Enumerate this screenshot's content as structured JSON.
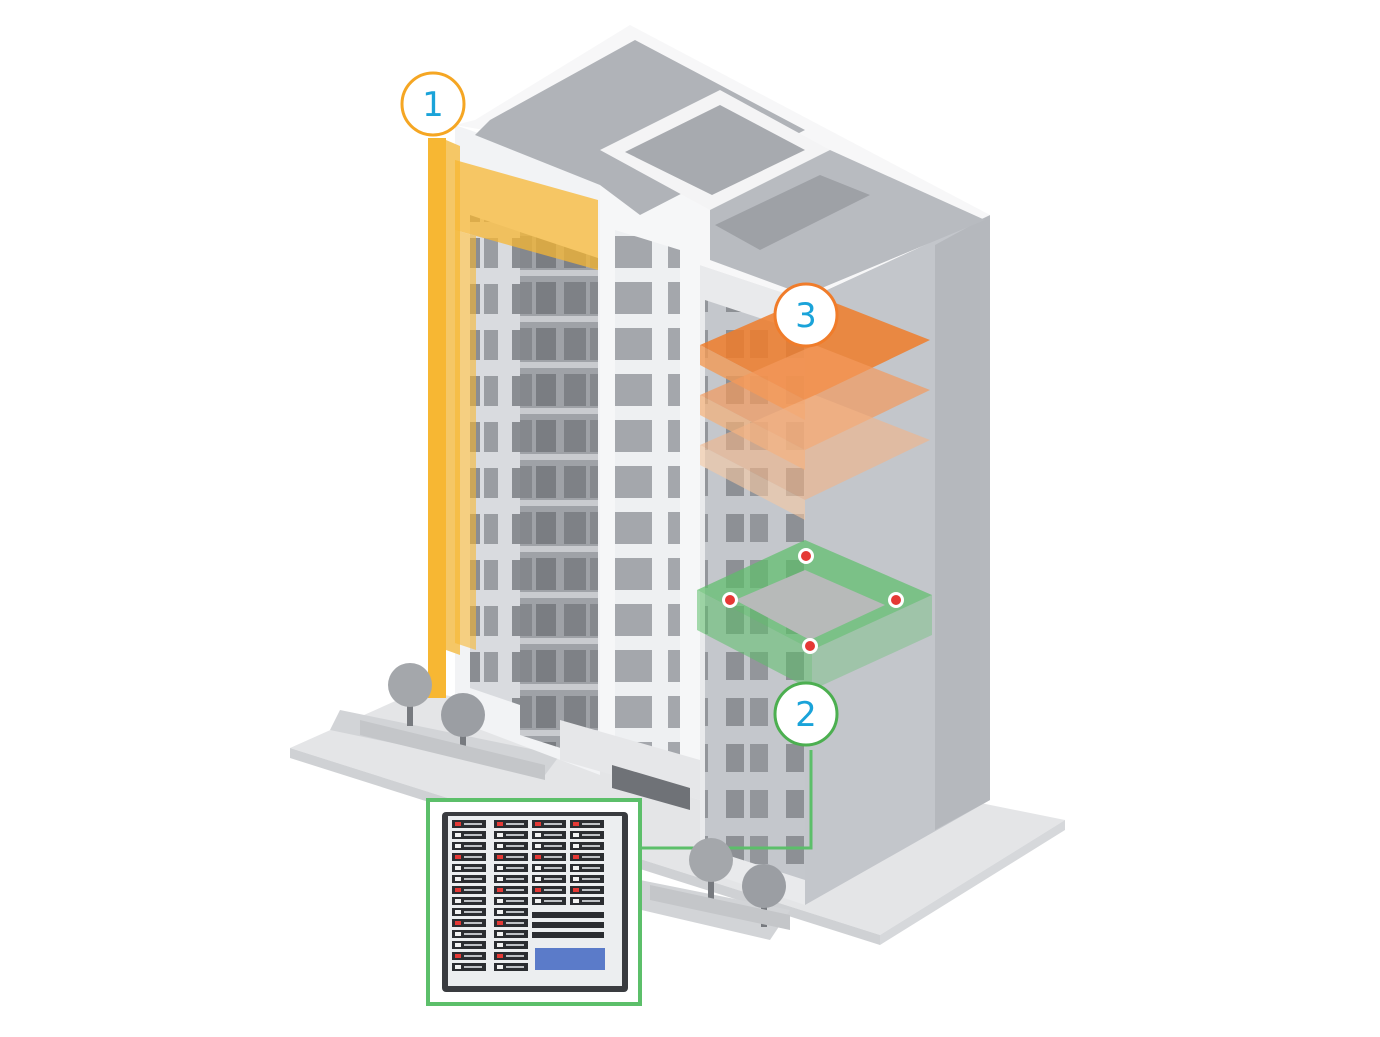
{
  "markers": [
    {
      "number": "1",
      "color": "#f5a623",
      "text_color": "#1aa3d9"
    },
    {
      "number": "2",
      "color": "#4caf50",
      "text_color": "#1aa3d9"
    },
    {
      "number": "3",
      "color": "#f07c2a",
      "text_color": "#1aa3d9"
    }
  ],
  "colors": {
    "riser": "#f7b733",
    "smoke_zone": "#f07c2a",
    "detection_zone": "#5cbf6a",
    "panel_frame": "#5cbf6a",
    "building_light": "#f2f3f5",
    "building_mid": "#d7d9dd",
    "building_dark": "#b9bcc2",
    "glass": "#8e9196",
    "ground": "#e4e5e7"
  },
  "icons": {
    "detector": "smoke-detector-icon",
    "tree": "tree-icon",
    "panel": "fire-alarm-panel-icon"
  }
}
